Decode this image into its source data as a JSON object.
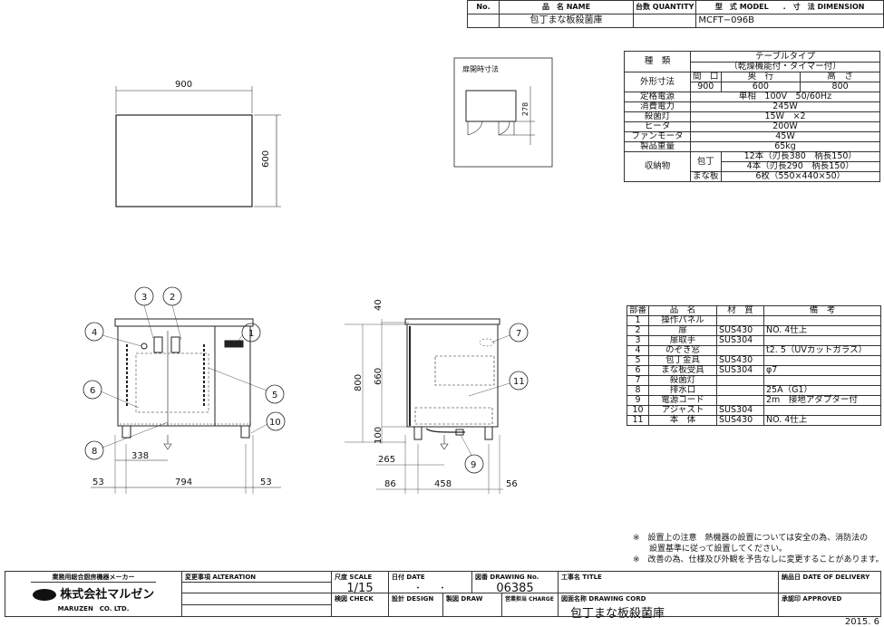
{
  "header": {
    "no_label": "No.",
    "name_label": "品　名 NAME",
    "quantity_label": "台数 QUANTITY",
    "model_label": "型　式 MODEL　　.　寸　法 DIMENSION",
    "name": "包丁まな板殺菌庫",
    "model": "MCFT−096B"
  },
  "top_view": {
    "width": "900",
    "depth": "600"
  },
  "door_open": {
    "title": "扉開時寸法",
    "dim": "278"
  },
  "spec": {
    "type_label": "種　類",
    "type_value": "テーブルタイプ",
    "type_note": "（乾燥機能付・タイマー付）",
    "dims_label": "外形寸法",
    "dim_heads": [
      "間　口",
      "奥　行",
      "高　さ"
    ],
    "dim_values": [
      "900",
      "600",
      "800"
    ],
    "rows": [
      [
        "定格電源",
        "単相　100V　50/60Hz"
      ],
      [
        "消費電力",
        "245W"
      ],
      [
        "殺菌灯",
        "15W　×2"
      ],
      [
        "ヒータ",
        "200W"
      ],
      [
        "ファンモータ",
        "45W"
      ],
      [
        "製品重量",
        "65kg"
      ]
    ],
    "storage_label": "収納物",
    "knife_label": "包丁",
    "knife_1": "12本（刃長380　柄長150）",
    "knife_2": "4本（刃長290　柄長150）",
    "board_label": "まな板",
    "board_value": "6枚（550×440×50）"
  },
  "parts": {
    "heads": [
      "部番",
      "品　名",
      "材　質",
      "備　考"
    ],
    "rows": [
      [
        "1",
        "操作パネル",
        "",
        ""
      ],
      [
        "2",
        "扉",
        "SUS430",
        "NO. 4仕上"
      ],
      [
        "3",
        "扉取手",
        "SUS304",
        ""
      ],
      [
        "4",
        "のぞき窓",
        "",
        "t2. 5（UVカットガラス）"
      ],
      [
        "5",
        "包丁金具",
        "SUS430",
        ""
      ],
      [
        "6",
        "まな板受具",
        "SUS304",
        "φ7"
      ],
      [
        "7",
        "殺菌灯",
        "",
        ""
      ],
      [
        "8",
        "排水口",
        "",
        "25A（G1）"
      ],
      [
        "9",
        "電源コード",
        "",
        "2m　接地アダプター付"
      ],
      [
        "10",
        "アジャスト",
        "SUS304",
        ""
      ],
      [
        "11",
        "本　体",
        "SUS430",
        "NO. 4仕上"
      ]
    ]
  },
  "front_view": {
    "callouts": [
      "1",
      "2",
      "3",
      "4",
      "5",
      "6",
      "8",
      "10"
    ],
    "dim_338": "338",
    "dim_794": "794",
    "dim_53_left": "53",
    "dim_53_right": "53"
  },
  "side_view": {
    "callouts": [
      "7",
      "9",
      "11"
    ],
    "dim_40": "40",
    "dim_660": "660",
    "dim_100": "100",
    "dim_800": "800",
    "dim_265": "265",
    "dim_86": "86",
    "dim_458": "458",
    "dim_56": "56"
  },
  "notes": [
    "※　設置上の注意　熱機器の設置については安全の為、消防法の",
    "　　設置基準に従って設置してください。",
    "※　改善の為、仕様及び外観を予告なしに変更することがあります。"
  ],
  "title_block": {
    "maker_tag": "業務用総合厨房機器メーカー",
    "company": "株式会社マルゼン",
    "company_en": "MARUZEN　CO. LTD.",
    "alteration_label": "変更事項 ALTERATION",
    "scale_label": "尺度 SCALE",
    "scale": "1/15",
    "date_label": "日付 DATE",
    "date_value": "・　　・",
    "drawing_no_label": "図番 DRAWING No.",
    "drawing_no": "06385",
    "title_label": "工事名 TITLE",
    "delivery_label": "納品日 DATE OF DELIVERY",
    "check_label": "検図 CHECK",
    "design_label": "設計 DESIGN",
    "draw_label": "製図 DRAW",
    "charge_label": "営業担当 CHARGE",
    "cord_label": "図面名称 DRAWING CORD",
    "cord": "包丁まな板殺菌庫",
    "approved_label": "承認印 APPROVED"
  },
  "issue_date": "2015. 6"
}
